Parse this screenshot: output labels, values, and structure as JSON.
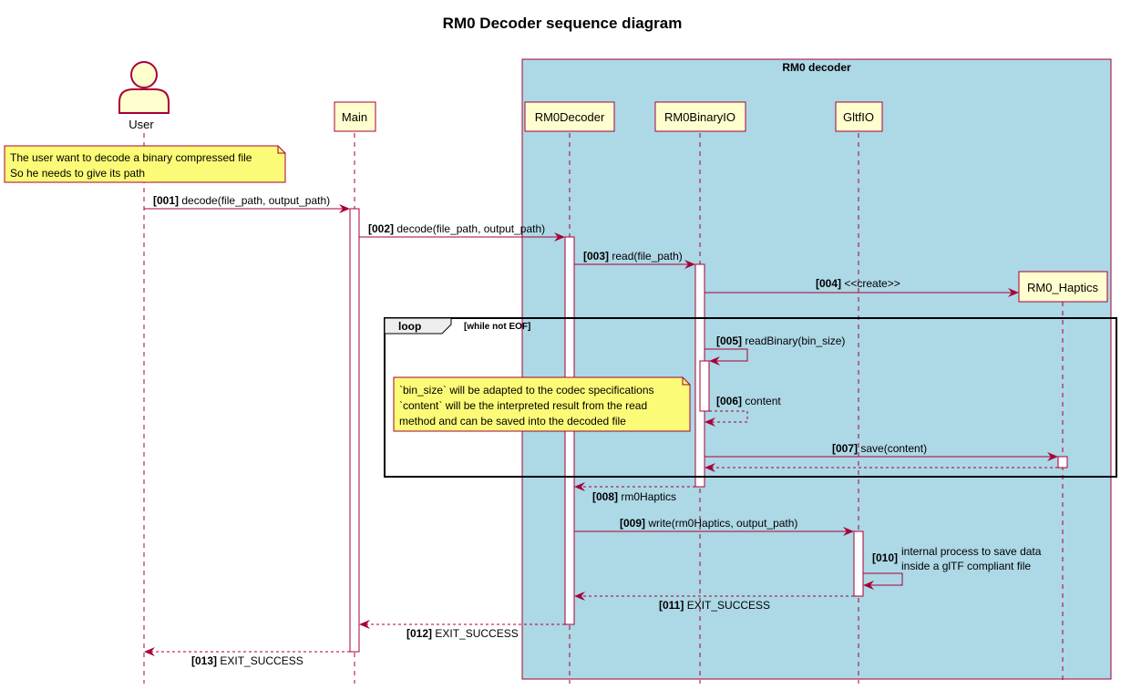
{
  "title": "RM0 Decoder sequence diagram",
  "box": {
    "title": "RM0 decoder",
    "color": "#ADD8E6"
  },
  "participants": {
    "user": "User",
    "main": "Main",
    "decoder": "RM0Decoder",
    "binaryio": "RM0BinaryIO",
    "gltfio": "GltfIO",
    "haptics": "RM0_Haptics"
  },
  "notes": {
    "user_note": [
      "The user want to decode a binary compressed file",
      "So he needs to give its path"
    ],
    "loop_note": [
      "`bin_size` will be adapted to the codec specifications",
      "`content` will be the interpreted result from the read",
      "method and can be saved into the decoded file"
    ]
  },
  "loop": {
    "keyword": "loop",
    "condition": "[while not EOF]"
  },
  "messages": [
    {
      "num": "[001]",
      "text": "decode(file_path, output_path)"
    },
    {
      "num": "[002]",
      "text": "decode(file_path, output_path)"
    },
    {
      "num": "[003]",
      "text": "read(file_path)"
    },
    {
      "num": "[004]",
      "text": "<<create>>"
    },
    {
      "num": "[005]",
      "text": "readBinary(bin_size)"
    },
    {
      "num": "[006]",
      "text": "content"
    },
    {
      "num": "[007]",
      "text": "save(content)"
    },
    {
      "num": "[008]",
      "text": "rm0Haptics"
    },
    {
      "num": "[009]",
      "text": "write(rm0Haptics, output_path)"
    },
    {
      "num": "[010]",
      "text": [
        "internal process to save data",
        "inside a glTF compliant file"
      ]
    },
    {
      "num": "[011]",
      "text": "EXIT_SUCCESS"
    },
    {
      "num": "[012]",
      "text": "EXIT_SUCCESS"
    },
    {
      "num": "[013]",
      "text": "EXIT_SUCCESS"
    }
  ],
  "colors": {
    "line": "#A80036",
    "participant_fill": "#FEFECE",
    "note_fill": "#FBFB77",
    "note_stroke": "#A80036"
  }
}
